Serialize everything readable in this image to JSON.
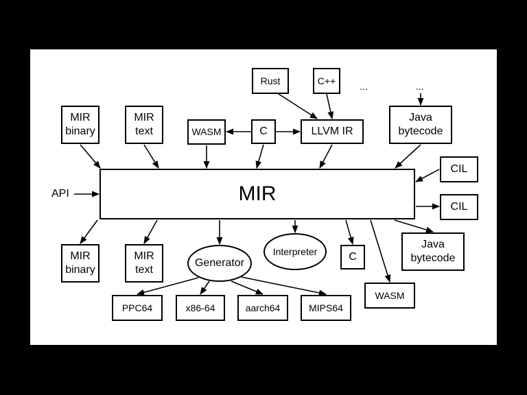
{
  "core": "MIR",
  "api": "API",
  "inputs": {
    "rust": "Rust",
    "cpp": "C++",
    "ellipsis_a": "...",
    "ellipsis_b": "...",
    "mir_binary": "MIR\nbinary",
    "mir_text": "MIR\ntext",
    "wasm": "WASM",
    "c": "C",
    "llvm_ir": "LLVM IR",
    "java_bytecode": "Java\nbytecode",
    "cil": "CIL"
  },
  "outputs": {
    "cil": "CIL",
    "mir_binary": "MIR\nbinary",
    "mir_text": "MIR\ntext",
    "generator": "Generator",
    "interpreter": "Interpreter",
    "c": "C",
    "java_bytecode": "Java\nbytecode",
    "wasm": "WASM"
  },
  "targets": [
    "PPC64",
    "x86-64",
    "aarch64",
    "MIPS64"
  ]
}
